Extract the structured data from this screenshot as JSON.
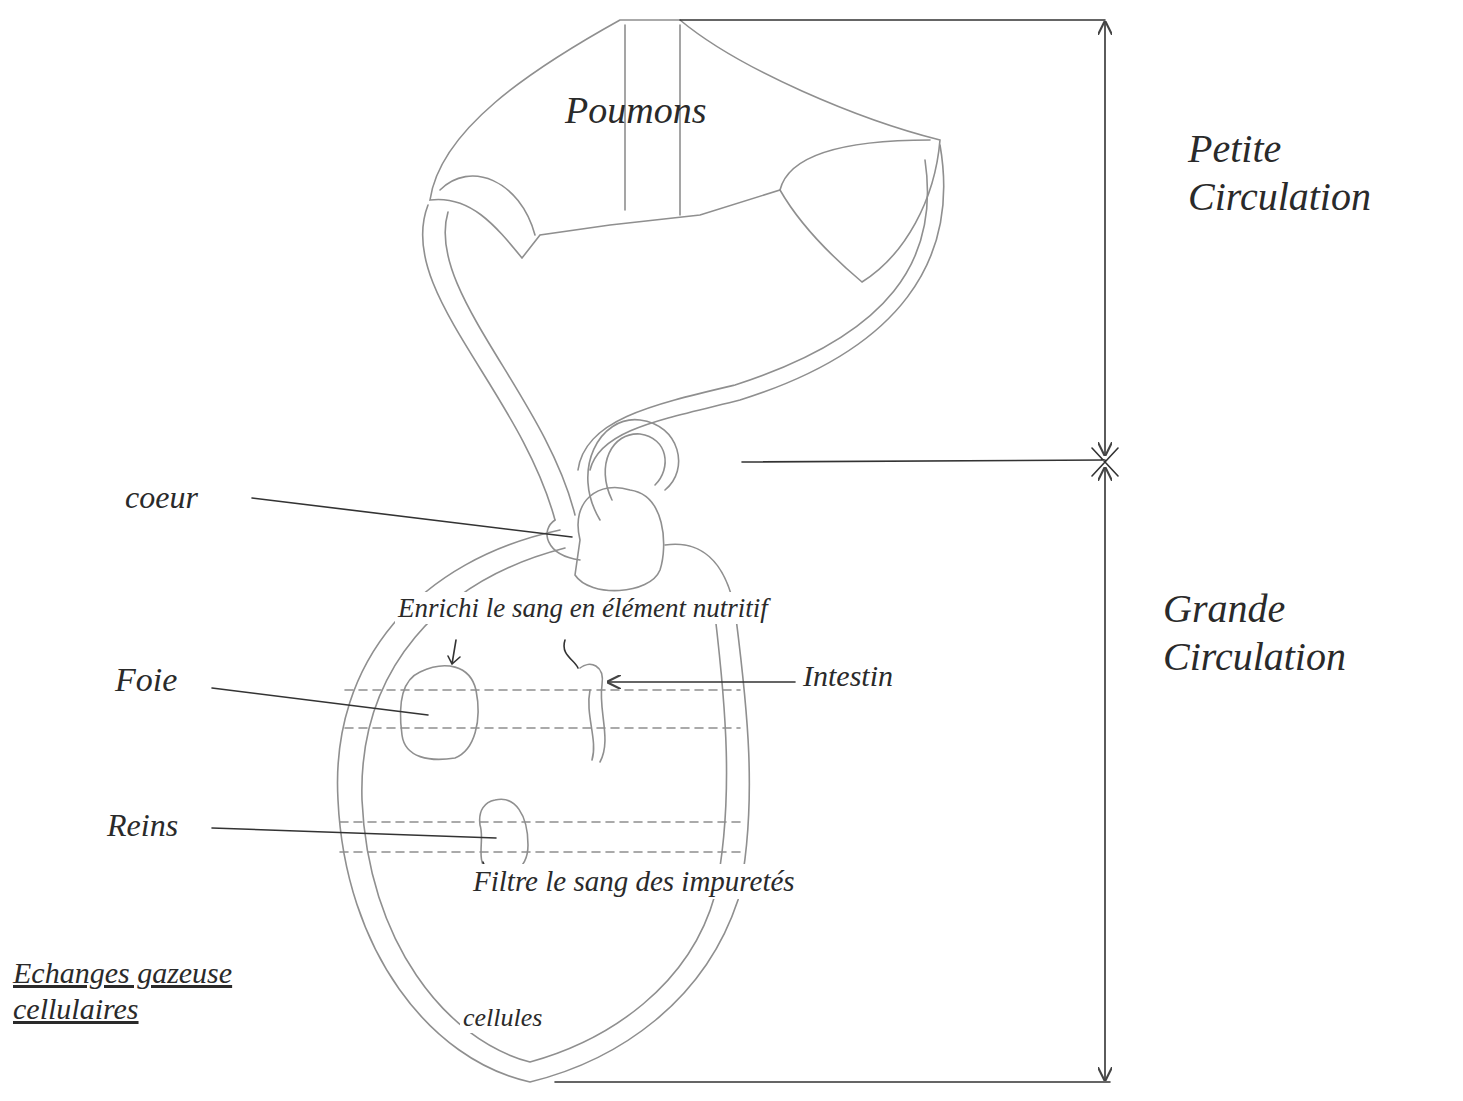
{
  "diagram": {
    "nodes": [
      {
        "text": [
          "Poumons"
        ]
      }
    ],
    "labels": [
      "Petite Circulation",
      "coeur",
      "Enrichi le sang en élément nutritif",
      "Foie",
      "Intestin",
      "Reins",
      "Filtre le sang des impuretés",
      "cellules",
      "Grande Circulation",
      "Echanges gazeuse cellulaires"
    ]
  }
}
